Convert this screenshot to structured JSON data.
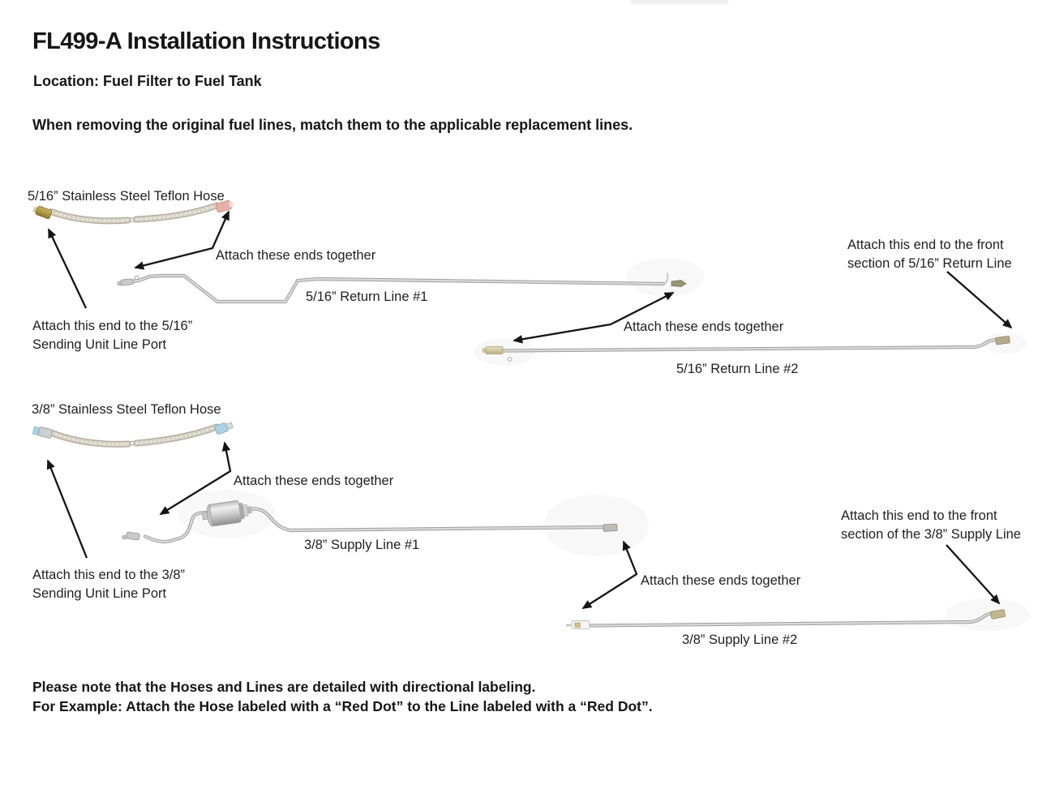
{
  "header": {
    "title": "FL499-A Installation Instructions",
    "location": "Location: Fuel Filter to Fuel Tank",
    "intro": "When removing the original fuel lines, match them to the applicable replacement lines."
  },
  "section_516": {
    "hose_label": "5/16” Stainless Steel Teflon Hose",
    "attach_hose_note": "Attach these ends together",
    "line1_label": "5/16” Return Line #1",
    "attach_lines_note": "Attach these ends together",
    "line2_label": "5/16” Return Line #2",
    "sending_unit_note": {
      "line1": "Attach this end to the 5/16”",
      "line2": "Sending Unit Line Port"
    },
    "front_section_note": {
      "line1": "Attach this end to the front",
      "line2": "section of 5/16” Return Line"
    }
  },
  "section_38": {
    "hose_label": "3/8” Stainless Steel Teflon Hose",
    "attach_hose_note": "Attach these ends together",
    "line1_label": "3/8” Supply Line #1",
    "attach_lines_note": "Attach these ends together",
    "line2_label": "3/8” Supply Line #2",
    "sending_unit_note": {
      "line1": "Attach this end to the 3/8”",
      "line2": "Sending Unit Line Port"
    },
    "front_section_note": {
      "line1": "Attach this end to the front",
      "line2": "section of the 3/8” Supply Line"
    }
  },
  "footer": {
    "note1": "Please note that the Hoses and Lines are detailed with directional labeling.",
    "note2": "For Example: Attach the Hose labeled with a “Red Dot” to the Line labeled with a “Red Dot”."
  },
  "colors": {
    "text": "#1b1b1b",
    "arrow": "#141414",
    "steel_line": "#c0c0c0",
    "braided_hose": "#cdc8bb",
    "brass_fitting": "#a98c3f",
    "red_dot_fitting": "#e2aca0",
    "blue_dot_fitting": "#a5cde4",
    "pale_brass_fitting": "#d9cfa8"
  }
}
